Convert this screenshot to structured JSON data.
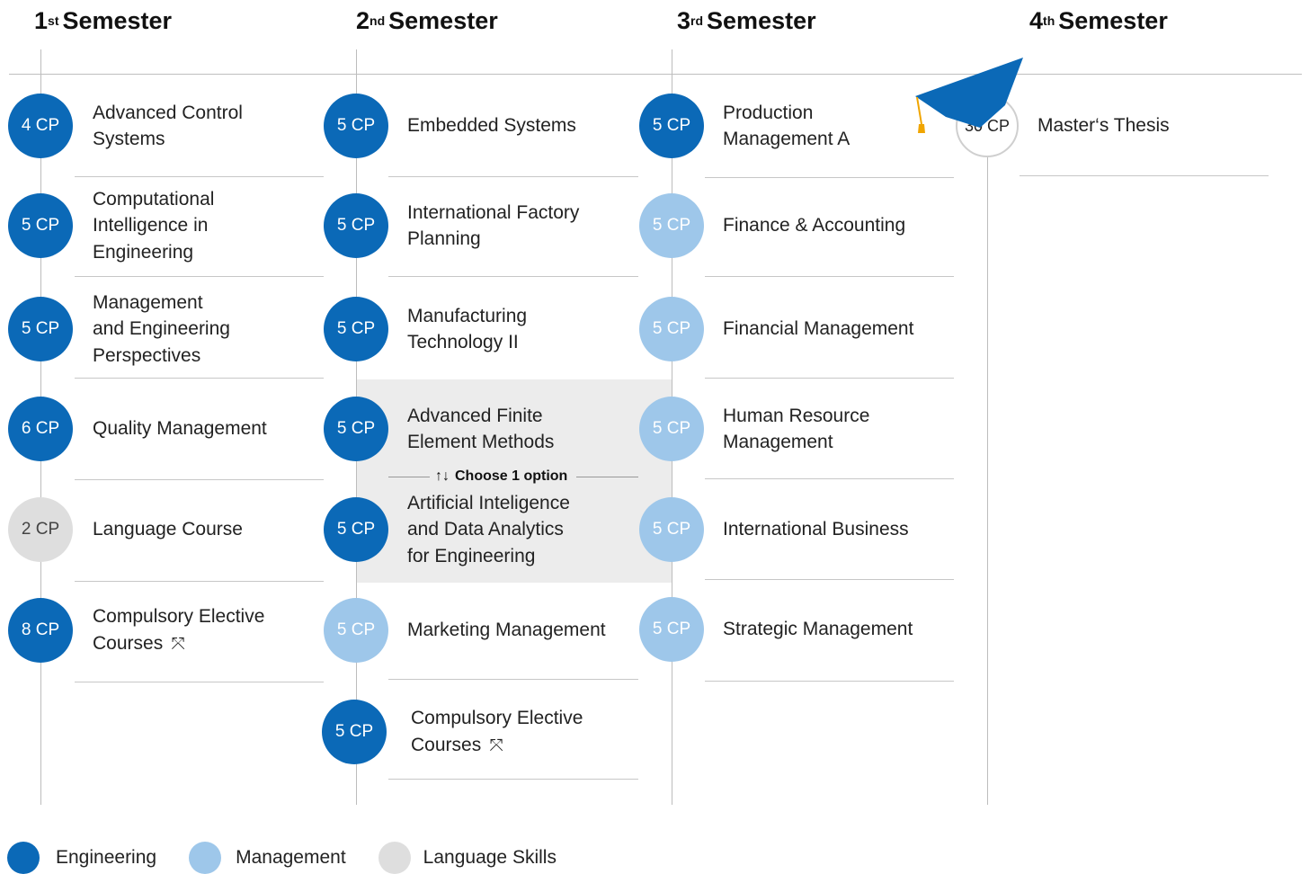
{
  "colors": {
    "engineering": "#0b69b7",
    "management": "#9ec7ea",
    "language": "#dedede"
  },
  "semesters": [
    {
      "num": "1",
      "sup": "st",
      "label": "Semester"
    },
    {
      "num": "2",
      "sup": "nd",
      "label": "Semester"
    },
    {
      "num": "3",
      "sup": "rd",
      "label": "Semester"
    },
    {
      "num": "4",
      "sup": "th",
      "label": "Semester"
    }
  ],
  "sem1": [
    {
      "cp": "4 CP",
      "lines": [
        "Advanced Control",
        "Systems"
      ],
      "type": "engineering"
    },
    {
      "cp": "5 CP",
      "lines": [
        "Computational",
        "Intelligence in",
        "Engineering"
      ],
      "type": "engineering"
    },
    {
      "cp": "5 CP",
      "lines": [
        "Management",
        "and Engineering",
        "Perspectives"
      ],
      "type": "engineering"
    },
    {
      "cp": "6 CP",
      "lines": [
        "Quality Management"
      ],
      "type": "engineering"
    },
    {
      "cp": "2 CP",
      "lines": [
        "Language Course"
      ],
      "type": "language"
    },
    {
      "cp": "8 CP",
      "lines": [
        "Compulsory Elective",
        "Courses"
      ],
      "type": "engineering",
      "icon": "expand-icon"
    }
  ],
  "sem2": [
    {
      "cp": "5 CP",
      "lines": [
        "Embedded Systems"
      ],
      "type": "engineering"
    },
    {
      "cp": "5 CP",
      "lines": [
        "International Factory",
        "Planning"
      ],
      "type": "engineering"
    },
    {
      "cp": "5 CP",
      "lines": [
        "Manufacturing",
        "Technology II"
      ],
      "type": "engineering"
    },
    {
      "cp": "5 CP",
      "lines": [
        "Advanced Finite",
        "Element Methods"
      ],
      "type": "engineering"
    },
    {
      "cp": "5 CP",
      "lines": [
        "Artificial Inteligence",
        "and Data Analytics",
        "for Engineering"
      ],
      "type": "engineering"
    },
    {
      "cp": "5 CP",
      "lines": [
        "Marketing Management"
      ],
      "type": "management"
    },
    {
      "cp": "5 CP",
      "lines": [
        "Compulsory Elective",
        "Courses"
      ],
      "type": "engineering",
      "icon": "expand-icon"
    }
  ],
  "choose": {
    "arrows": "↑↓",
    "text": "Choose 1 option"
  },
  "sem3": [
    {
      "cp": "5 CP",
      "lines": [
        "Production",
        "Management A"
      ],
      "type": "engineering"
    },
    {
      "cp": "5 CP",
      "lines": [
        "Finance & Accounting"
      ],
      "type": "management"
    },
    {
      "cp": "5 CP",
      "lines": [
        "Financial Management"
      ],
      "type": "management"
    },
    {
      "cp": "5 CP",
      "lines": [
        "Human Resource",
        "Management"
      ],
      "type": "management"
    },
    {
      "cp": "5 CP",
      "lines": [
        "International Business"
      ],
      "type": "management"
    },
    {
      "cp": "5 CP",
      "lines": [
        "Strategic Management"
      ],
      "type": "management"
    }
  ],
  "sem4": [
    {
      "cp": "30 CP",
      "lines": [
        "Master‘s Thesis"
      ],
      "type": "thesis",
      "icon": "graduation-cap-icon"
    }
  ],
  "expand_glyph": "⤧",
  "legend": [
    {
      "label": "Engineering",
      "type": "engineering"
    },
    {
      "label": "Management",
      "type": "management"
    },
    {
      "label": "Language Skills",
      "type": "language"
    }
  ]
}
